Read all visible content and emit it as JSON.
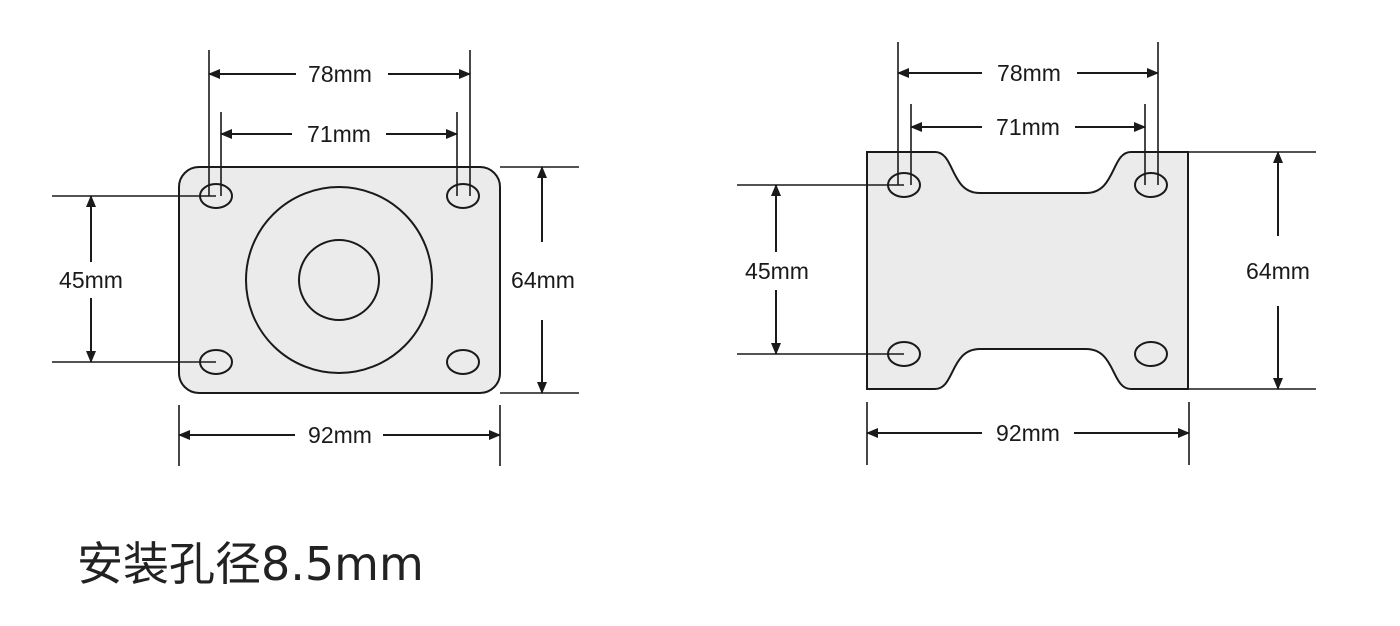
{
  "left_plate": {
    "dim_top_outer": "78mm",
    "dim_top_inner": "71mm",
    "dim_left_height": "45mm",
    "dim_right_height": "64mm",
    "dim_bottom_width": "92mm"
  },
  "right_plate": {
    "dim_top_outer": "78mm",
    "dim_top_inner": "71mm",
    "dim_left_height": "45mm",
    "dim_right_height": "64mm",
    "dim_bottom_width": "92mm"
  },
  "note": "安装孔径8.5mm"
}
